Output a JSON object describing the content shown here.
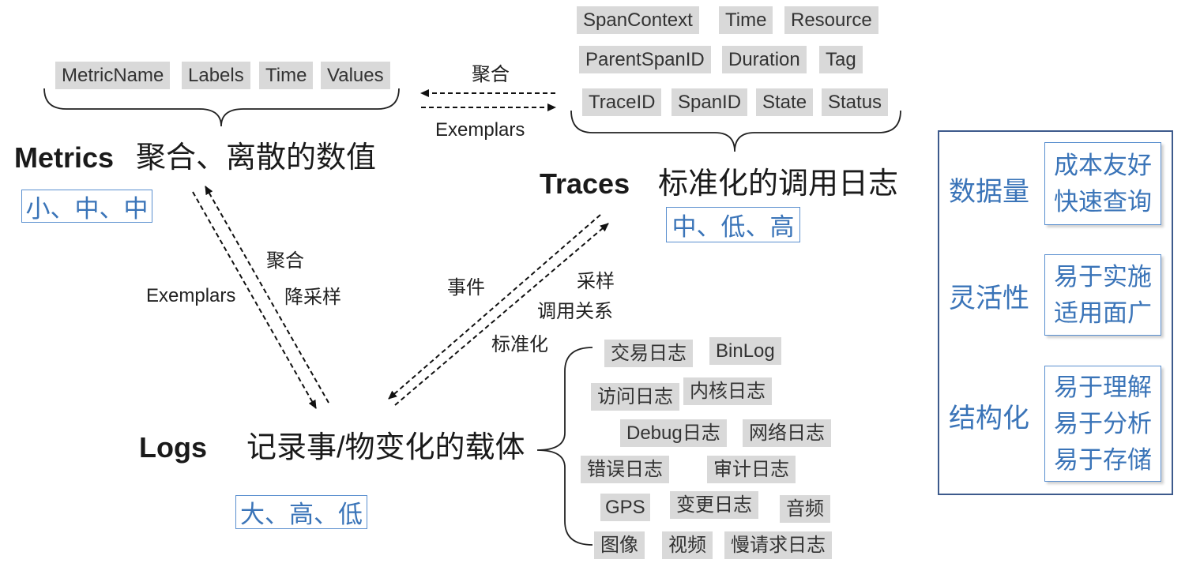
{
  "metrics": {
    "title": "Metrics",
    "description": "聚合、离散的数值",
    "fields": [
      "MetricName",
      "Labels",
      "Time",
      "Values"
    ],
    "rating": "小、中、中"
  },
  "traces": {
    "title": "Traces",
    "description": "标准化的调用日志",
    "fields": [
      "SpanContext",
      "Time",
      "Resource",
      "ParentSpanID",
      "Duration",
      "Tag",
      "TraceID",
      "SpanID",
      "State",
      "Status"
    ],
    "rating": "中、低、高"
  },
  "logs": {
    "title": "Logs",
    "description": "记录事/物变化的载体",
    "types": [
      "交易日志",
      "BinLog",
      "访问日志",
      "内核日志",
      "Debug日志",
      "网络日志",
      "错误日志",
      "审计日志",
      "GPS",
      "变更日志",
      "音频",
      "图像",
      "视频",
      "慢请求日志"
    ],
    "rating": "大、高、低"
  },
  "links": {
    "traces_to_metrics": "聚合",
    "metrics_to_traces": "Exemplars",
    "logs_to_metrics": [
      "聚合",
      "降采样"
    ],
    "metrics_to_logs": "Exemplars",
    "traces_to_logs": "事件",
    "logs_to_traces": [
      "采样",
      "调用关系",
      "标准化"
    ]
  },
  "dimensions": [
    {
      "name": "数据量",
      "traits": [
        "成本友好",
        "快速查询"
      ]
    },
    {
      "name": "灵活性",
      "traits": [
        "易于实施",
        "适用面广"
      ]
    },
    {
      "name": "结构化",
      "traits": [
        "易于理解",
        "易于分析",
        "易于存储"
      ]
    }
  ],
  "colors": {
    "tag_background": "#d9d9d9",
    "accent_blue": "#3a74b8",
    "panel_border": "#3d5a8c",
    "text": "#1a1a1a"
  }
}
